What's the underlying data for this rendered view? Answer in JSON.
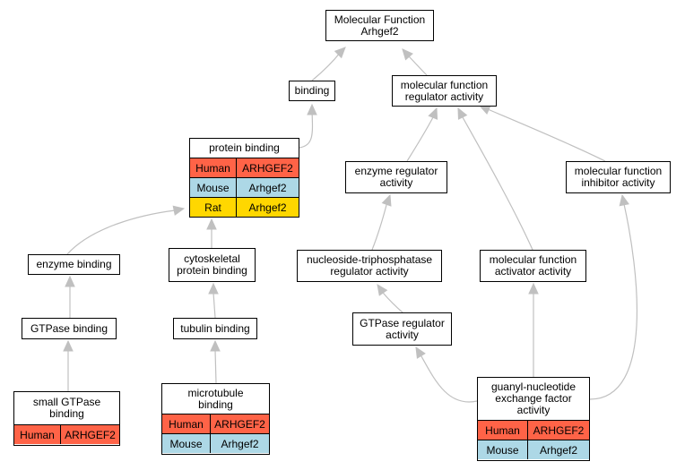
{
  "colors": {
    "human": "#ff6347",
    "mouse": "#add8e6",
    "rat": "#ffd700",
    "edge": "#c0c0c0"
  },
  "nodes": {
    "root": {
      "label": "Molecular Function\nArhgef2"
    },
    "binding": {
      "label": "binding"
    },
    "mf_regulator": {
      "label": "molecular function\nregulator activity"
    },
    "protein_binding": {
      "label": "protein binding",
      "rows": [
        {
          "species": "Human",
          "gene": "ARHGEF2",
          "color": "human"
        },
        {
          "species": "Mouse",
          "gene": "Arhgef2",
          "color": "mouse"
        },
        {
          "species": "Rat",
          "gene": "Arhgef2",
          "color": "rat"
        }
      ]
    },
    "enzyme_regulator": {
      "label": "enzyme regulator\nactivity"
    },
    "mf_inhibitor": {
      "label": "molecular function\ninhibitor activity"
    },
    "enzyme_binding": {
      "label": "enzyme binding"
    },
    "cytoskeletal_binding": {
      "label": "cytoskeletal\nprotein binding"
    },
    "ntp_regulator": {
      "label": "nucleoside-triphosphatase\nregulator activity"
    },
    "mf_activator": {
      "label": "molecular function\nactivator activity"
    },
    "gtpase_binding": {
      "label": "GTPase binding"
    },
    "tubulin_binding": {
      "label": "tubulin binding"
    },
    "gtpase_regulator": {
      "label": "GTPase regulator\nactivity"
    },
    "small_gtpase_binding": {
      "label": "small GTPase\nbinding",
      "rows": [
        {
          "species": "Human",
          "gene": "ARHGEF2",
          "color": "human"
        }
      ]
    },
    "microtubule_binding": {
      "label": "microtubule\nbinding",
      "rows": [
        {
          "species": "Human",
          "gene": "ARHGEF2",
          "color": "human"
        },
        {
          "species": "Mouse",
          "gene": "Arhgef2",
          "color": "mouse"
        }
      ]
    },
    "gef_activity": {
      "label": "guanyl-nucleotide\nexchange factor\nactivity",
      "rows": [
        {
          "species": "Human",
          "gene": "ARHGEF2",
          "color": "human"
        },
        {
          "species": "Mouse",
          "gene": "Arhgef2",
          "color": "mouse"
        }
      ]
    }
  },
  "edges": [
    {
      "from": "binding",
      "to": "root"
    },
    {
      "from": "mf_regulator",
      "to": "root"
    },
    {
      "from": "protein_binding",
      "to": "binding"
    },
    {
      "from": "enzyme_regulator",
      "to": "mf_regulator"
    },
    {
      "from": "mf_activator",
      "to": "mf_regulator"
    },
    {
      "from": "mf_inhibitor",
      "to": "mf_regulator"
    },
    {
      "from": "enzyme_binding",
      "to": "protein_binding"
    },
    {
      "from": "cytoskeletal_binding",
      "to": "protein_binding"
    },
    {
      "from": "ntp_regulator",
      "to": "enzyme_regulator"
    },
    {
      "from": "gtpase_binding",
      "to": "enzyme_binding"
    },
    {
      "from": "tubulin_binding",
      "to": "cytoskeletal_binding"
    },
    {
      "from": "gtpase_regulator",
      "to": "ntp_regulator"
    },
    {
      "from": "small_gtpase_binding",
      "to": "gtpase_binding"
    },
    {
      "from": "microtubule_binding",
      "to": "tubulin_binding"
    },
    {
      "from": "gef_activity",
      "to": "gtpase_regulator"
    },
    {
      "from": "gef_activity",
      "to": "mf_activator"
    },
    {
      "from": "gef_activity",
      "to": "mf_inhibitor"
    }
  ]
}
